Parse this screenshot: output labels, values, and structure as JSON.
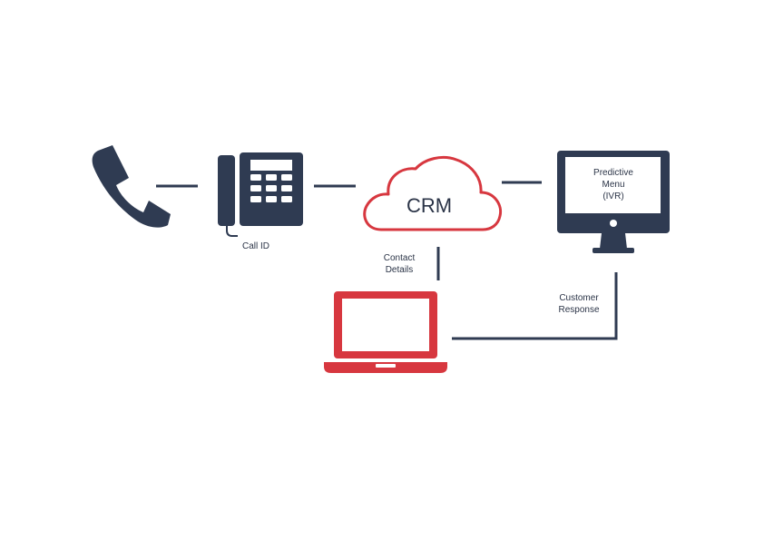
{
  "colors": {
    "navy": "#2f3b52",
    "red": "#d7373f",
    "text": "#2b3447"
  },
  "nodes": {
    "handset": {
      "icon": "phone-handset-icon"
    },
    "desk_phone": {
      "icon": "desk-phone-icon",
      "label": "Call ID"
    },
    "crm": {
      "icon": "cloud-icon",
      "label": "CRM"
    },
    "monitor": {
      "icon": "monitor-icon",
      "label_lines": [
        "Predictive",
        "Menu",
        "(IVR)"
      ]
    },
    "laptop": {
      "icon": "laptop-icon"
    }
  },
  "edges": {
    "contact": {
      "label_lines": [
        "Contact",
        "Details"
      ]
    },
    "customer": {
      "label_lines": [
        "Customer",
        "Response"
      ]
    }
  }
}
